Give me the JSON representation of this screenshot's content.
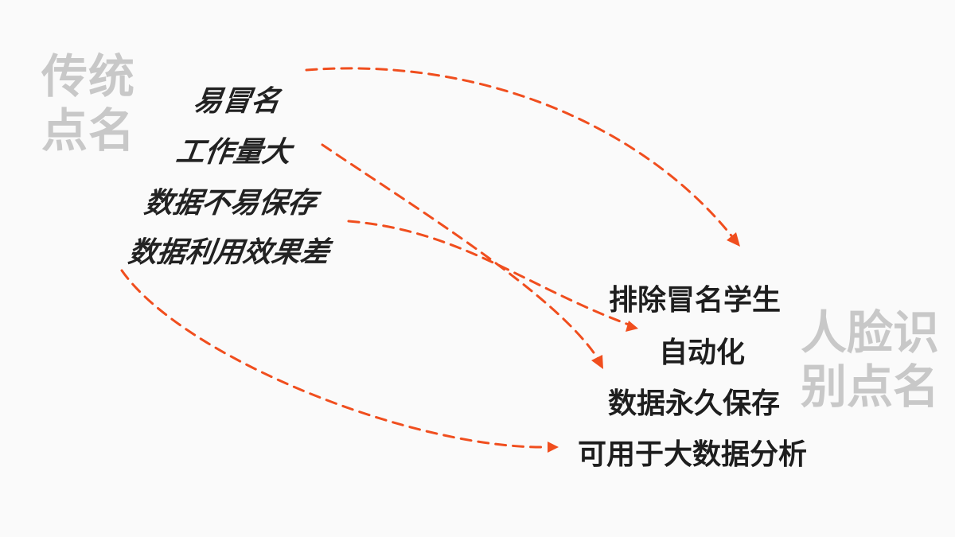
{
  "left_title": {
    "line1": "传统",
    "line2": "点名"
  },
  "right_title": {
    "line1": "人脸识",
    "line2": "别点名"
  },
  "issues": [
    "易冒名",
    "工作量大",
    "数据不易保存",
    "数据利用效果差"
  ],
  "benefits": [
    "排除冒名学生",
    "自动化",
    "数据永久保存",
    "可用于大数据分析"
  ],
  "arrow_color": "#f04e1e",
  "title_color": "#c8c8c8",
  "text_color": "#1e1e1e"
}
